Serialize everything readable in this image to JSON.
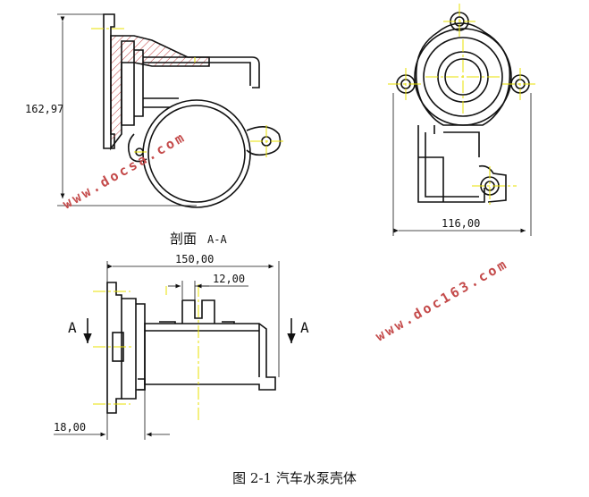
{
  "dimensions": {
    "height_left": "162,97",
    "width_right": "116,00",
    "width_section": "150,00",
    "slot_width": "12,00",
    "flange_width": "18,00"
  },
  "section": {
    "title": "剖面",
    "title_code": "A-A",
    "cut_mark_left": "A",
    "cut_mark_right": "A"
  },
  "watermark": {
    "text_left": "www.docsa.com",
    "text_right": "www.doc163.com"
  },
  "caption": "图 2-1 汽车水泵壳体",
  "colors": {
    "line": "#111111",
    "centerline": "#e8e000",
    "hatch": "#c44a4a",
    "watermark": "#c44a4a"
  }
}
